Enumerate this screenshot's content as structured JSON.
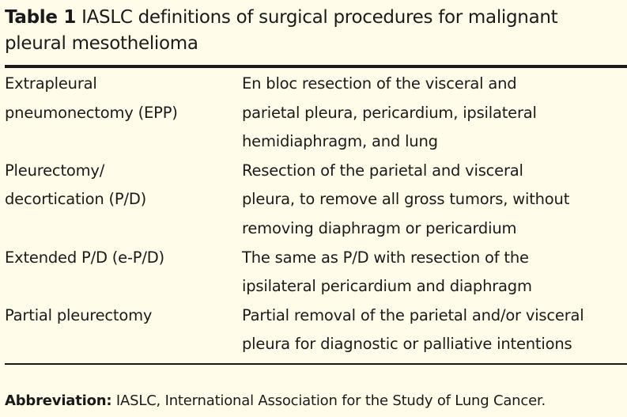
{
  "title": {
    "label": "Table 1",
    "line1": "IASLC definitions of surgical procedures for malignant",
    "line2": "pleural mesothelioma"
  },
  "rows": [
    {
      "procedure": [
        "Extrapleural",
        "pneumonectomy (EPP)"
      ],
      "definition": [
        "En bloc resection of the visceral and",
        "parietal pleura, pericardium, ipsilateral",
        "hemidiaphragm, and lung"
      ]
    },
    {
      "procedure": [
        "Pleurectomy/",
        "decortication (P/D)"
      ],
      "definition": [
        "Resection of the parietal and visceral",
        "pleura, to remove all gross tumors, without",
        "removing diaphragm or pericardium"
      ]
    },
    {
      "procedure": [
        "Extended P/D (e-P/D)"
      ],
      "definition": [
        "The same as P/D with resection of the",
        "ipsilateral pericardium and diaphragm"
      ]
    },
    {
      "procedure": [
        "Partial pleurectomy"
      ],
      "definition": [
        "Partial removal of the parietal and/or visceral",
        "pleura for diagnostic or palliative intentions"
      ]
    }
  ],
  "footnote": {
    "label": "Abbreviation:",
    "text": " IASLC, International Association for the Study of Lung Cancer."
  }
}
